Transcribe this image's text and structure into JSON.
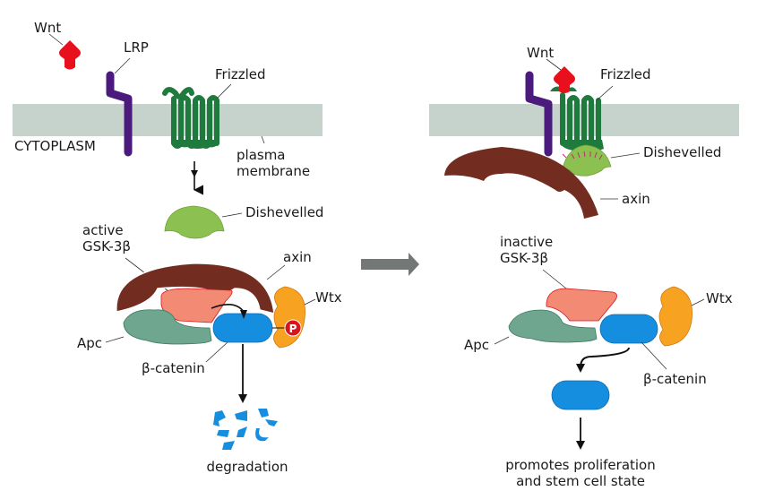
{
  "diagram": {
    "title": "Wnt signaling pathway: without Wnt vs. with Wnt",
    "colors": {
      "wnt": "#e8101c",
      "lrp": "#4b1a7d",
      "frizzled": "#1f7a3e",
      "membrane": "#c6d2cc",
      "dishevelled": "#8cc152",
      "axin": "#722d20",
      "gsk3b": "#f28a74",
      "apc": "#6fa690",
      "beta_catenin": "#168ee0",
      "wtx": "#f7a220",
      "phosphate": "#d8141c",
      "transition_arrow": "#737876"
    },
    "left_panel": {
      "state": "no Wnt signal",
      "labels": {
        "wnt": "Wnt",
        "lrp": "LRP",
        "frizzled": "Frizzled",
        "cytoplasm": "CYTOPLASM",
        "plasma_membrane_line1": "plasma",
        "plasma_membrane_line2": "membrane",
        "dishevelled": "Dishevelled",
        "gsk_line1": "active",
        "gsk_line2": "GSK-3β",
        "axin": "axin",
        "wtx": "Wtx",
        "apc": "Apc",
        "beta_catenin": "β-catenin",
        "phosphate": "P",
        "outcome": "degradation"
      }
    },
    "right_panel": {
      "state": "Wnt bound",
      "labels": {
        "wnt": "Wnt",
        "frizzled": "Frizzled",
        "dishevelled": "Dishevelled",
        "axin": "axin",
        "gsk_line1": "inactive",
        "gsk_line2": "GSK-3β",
        "wtx": "Wtx",
        "apc": "Apc",
        "beta_catenin": "β-catenin",
        "outcome_line1": "promotes proliferation",
        "outcome_line2": "and stem cell state"
      }
    }
  }
}
